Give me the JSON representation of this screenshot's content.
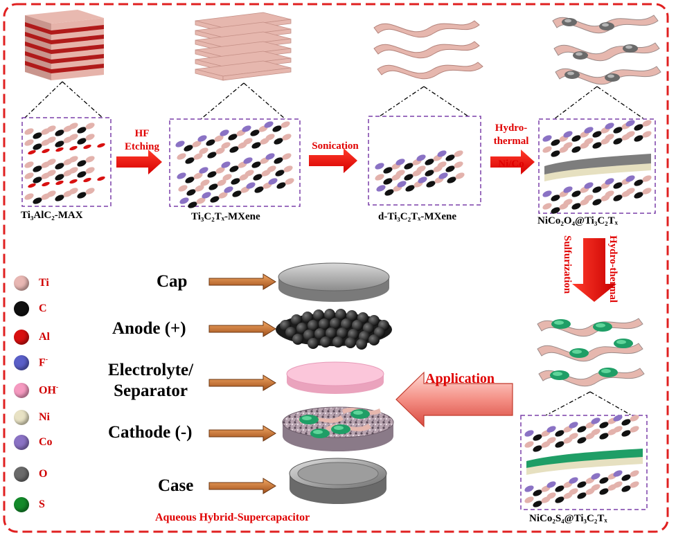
{
  "stages": {
    "max": "Ti₃AlC₂-MAX",
    "mxene": "Ti₃C₂Tₓ-MXene",
    "d_mxene": "d-Ti₃C₂Tₓ-MXene",
    "nico2o4": "NiCo₂O₄@Ti₃C₂Tₓ",
    "nico2s4": "NiCo₂S₄@Ti₃C₂Tₓ"
  },
  "steps": {
    "hf_line1": "HF",
    "hf_line2": "Etching",
    "sonication": "Sonication",
    "hydro_line1": "Hydro-",
    "hydro_line2": "thermal",
    "hydro_line3": "Ni/Co",
    "hydrothermal_vertical": "Hydro-thermal",
    "sulfurization_vertical": "Sulfurization",
    "application": "Application"
  },
  "legend": [
    {
      "symbol": "Ti",
      "sup": "",
      "color": "#e8b7b3"
    },
    {
      "symbol": "C",
      "sup": "",
      "color": "#111111"
    },
    {
      "symbol": "Al",
      "sup": "",
      "color": "#d81010"
    },
    {
      "symbol": "F",
      "sup": "-",
      "color": "#5a5fc8"
    },
    {
      "symbol": "OH",
      "sup": "-",
      "color": "#f59ac0"
    },
    {
      "symbol": "Ni",
      "sup": "",
      "color": "#e8e2c4"
    },
    {
      "symbol": "Co",
      "sup": "",
      "color": "#8a72c4"
    },
    {
      "symbol": "O",
      "sup": "",
      "color": "#6a6a6a"
    },
    {
      "symbol": "S",
      "sup": "",
      "color": "#138a2a"
    }
  ],
  "device_parts": {
    "cap": "Cap",
    "anode": "Anode (+)",
    "electrolyte_line1": "Electrolyte/",
    "electrolyte_line2": "Separator",
    "cathode": "Cathode (-)",
    "case": "Case"
  },
  "device_title": "Aqueous Hybrid-Supercapacitor",
  "colors": {
    "accent_red": "#e00000",
    "border_red": "#e02020",
    "box_purple": "#7a3fa8",
    "sheet_pink": "#e6b9b0",
    "stripe_red": "#b01a1a",
    "green_sulfide": "#1f9e66",
    "arrow_orange": "#b86a2a"
  }
}
